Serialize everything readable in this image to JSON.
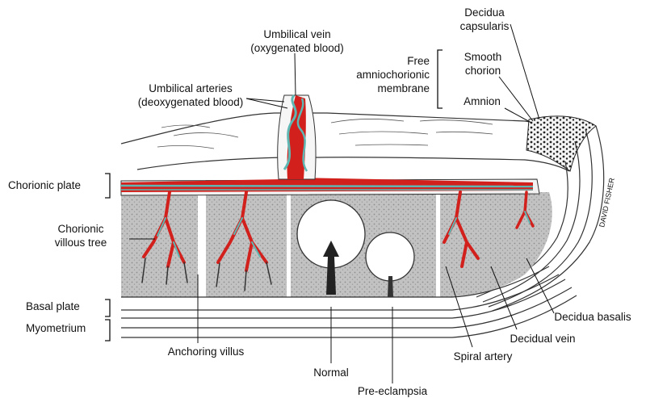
{
  "labels": {
    "umbilical_vein_l1": "Umbilical vein",
    "umbilical_vein_l2": "(oxygenated blood)",
    "umbilical_arteries_l1": "Umbilical arteries",
    "umbilical_arteries_l2": "(deoxygenated blood)",
    "free_membrane_l1": "Free",
    "free_membrane_l2": "amniochorionic",
    "free_membrane_l3": "membrane",
    "decidua_capsularis_l1": "Decidua",
    "decidua_capsularis_l2": "capsularis",
    "smooth_chorion_l1": "Smooth",
    "smooth_chorion_l2": "chorion",
    "amnion": "Amnion",
    "chorionic_plate": "Chorionic plate",
    "chorionic_villous_tree_l1": "Chorionic",
    "chorionic_villous_tree_l2": "villous tree",
    "basal_plate": "Basal plate",
    "myometrium": "Myometrium",
    "anchoring_villus": "Anchoring villus",
    "normal": "Normal",
    "pre_eclampsia": "Pre-eclampsia",
    "spiral_artery": "Spiral artery",
    "decidual_vein": "Decidual vein",
    "decidua_basalis": "Decidua basalis"
  },
  "artist_signature": "DAVID FISHER",
  "colors": {
    "oxygenated_blood": "#d2201c",
    "deoxygenated_blood": "#5fb7b4",
    "intervillous_space": "#bdbdbd",
    "tissue_outline": "#333333",
    "label_text": "#111111"
  }
}
